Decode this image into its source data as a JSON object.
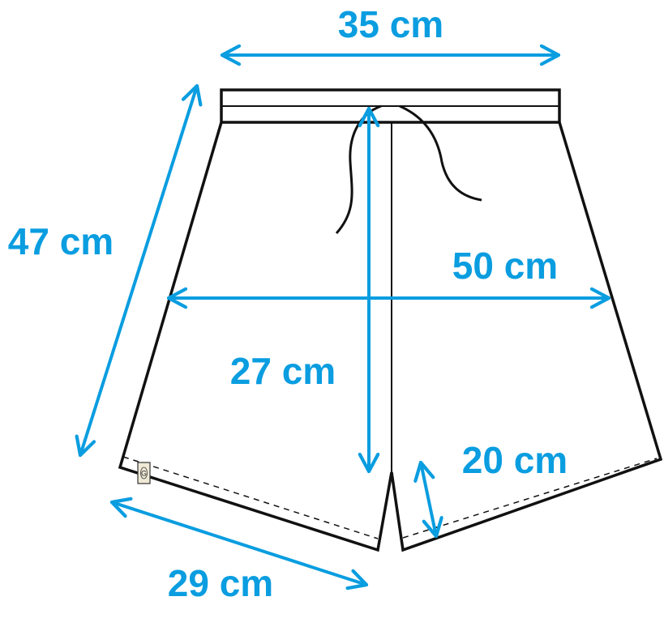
{
  "colors": {
    "measure": "#0a9de0",
    "outline": "#111111",
    "tag": "#efe9d6"
  },
  "garment": {
    "type": "shorts",
    "tag_logo": "G"
  },
  "measurements": {
    "waist": "35 cm",
    "side_length": "47 cm",
    "hip": "50 cm",
    "rise": "27 cm",
    "inseam": "20 cm",
    "leg_opening": "29 cm"
  }
}
